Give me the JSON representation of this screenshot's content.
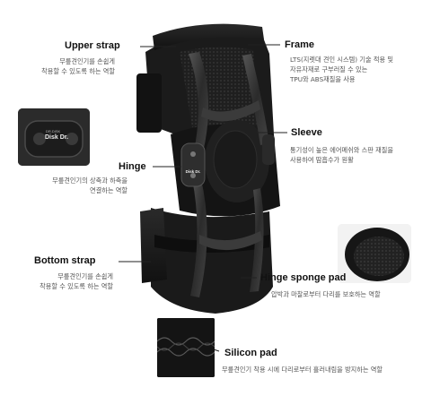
{
  "callouts": {
    "upper_strap": {
      "title": "Upper strap",
      "desc": [
        "무릎견인기를 손쉽게",
        "착용할 수 있도록 하는 역할"
      ]
    },
    "frame": {
      "title": "Frame",
      "desc": [
        "LTS(지렛대 견인 시스템) 기술 적용 및",
        "자유자재로 구부러질 수 있는",
        "TPU와 ABS재질을 사용"
      ]
    },
    "sleeve": {
      "title": "Sleeve",
      "desc": [
        "통기성이 높은 에어메쉬와 스판 재질을",
        "사용하여 땀흡수가 원활"
      ]
    },
    "hinge": {
      "title": "Hinge",
      "desc": [
        "무릎견인기의 상축과 하축을",
        "연결하는 역할"
      ]
    },
    "bottom_strap": {
      "title": "Bottom strap",
      "desc": [
        "무릎견인기를 손쉽게",
        "착용할 수 있도록 하는 역할"
      ]
    },
    "hinge_sponge_pad": {
      "title": "Hinge sponge pad",
      "desc": [
        "압박과 마찰로부터 다리를 보호하는 역할"
      ]
    },
    "silicon_pad": {
      "title": "Silicon pad",
      "desc": [
        "무릎견인기 착용 시에 다리로부터 흘러내림을 방지하는 역할"
      ]
    }
  },
  "hinge_inset": {
    "brand_small": "DR.DISK",
    "brand": "Disk Dr."
  },
  "hinge_center": {
    "brand": "Disk Dr."
  }
}
